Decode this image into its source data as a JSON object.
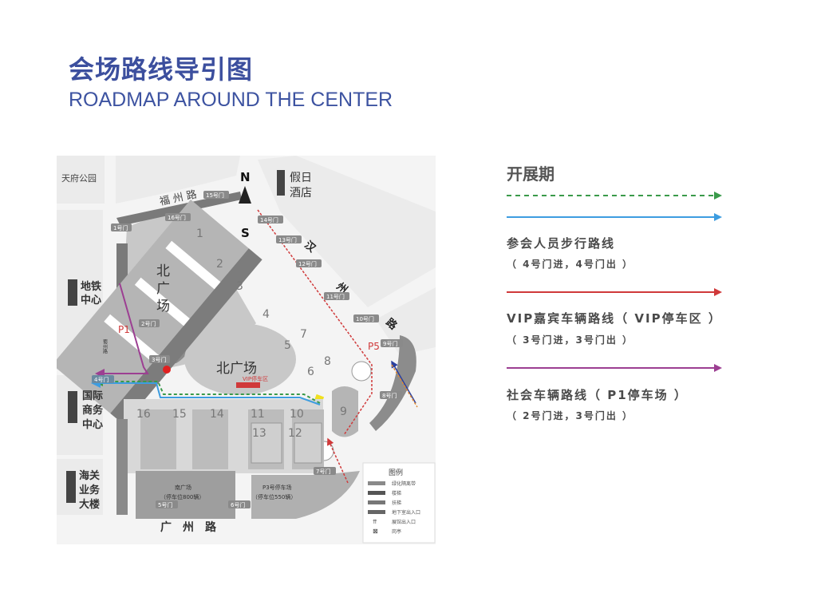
{
  "header": {
    "title": "会场路线导引图",
    "subtitle": "ROADMAP AROUND THE CENTER"
  },
  "map": {
    "landmarks": {
      "park": "天府公园",
      "metro": [
        "地铁",
        "中心"
      ],
      "intl_business": [
        "国际",
        "商务",
        "中心"
      ],
      "customs": [
        "海关",
        "业务",
        "大楼"
      ],
      "hotel": [
        "假日",
        "酒店"
      ]
    },
    "roads": {
      "fuzhou": "福 州 路",
      "hanzhou": [
        "汉",
        "州",
        "路"
      ],
      "guangzhou": "广　州　路",
      "shuzhou": "蜀州路"
    },
    "compass": {
      "north": "N",
      "south": "S"
    },
    "plazas": {
      "north_plaza_vertical": [
        "北",
        "广",
        "场"
      ],
      "north_plaza": "北广场",
      "vip_parking": "VIP停车区",
      "south_plaza": "南广场",
      "south_plaza_capacity": "（停车位800辆）",
      "p3_parking": "P3号停车场",
      "p3_capacity": "（停车位550辆）"
    },
    "parking_labels": {
      "p1": "P1",
      "p5": "P5"
    },
    "halls": [
      "1",
      "2",
      "3",
      "4",
      "5",
      "6",
      "7",
      "8",
      "9",
      "10",
      "11",
      "12",
      "13",
      "14",
      "15",
      "16"
    ],
    "gates": [
      "1号门",
      "2号门",
      "3号门",
      "4号门",
      "5号门",
      "6号门",
      "7号门",
      "8号门",
      "9号门",
      "10号门",
      "11号门",
      "12号门",
      "13号门",
      "14号门",
      "15号门",
      "16号门"
    ],
    "legend": {
      "title": "图例",
      "items": [
        "绿化隔离带",
        "楼梯",
        "扶梯",
        "地下室出入口",
        "展馆出入口",
        "岗亭"
      ]
    }
  },
  "routes_legend": {
    "period": "开展期",
    "walking": {
      "label": "参会人员步行路线",
      "note": "（ 4号门进，4号门出 ）",
      "colors": [
        "#3a9a4a",
        "#3d9de0"
      ]
    },
    "vip": {
      "label": "VIP嘉宾车辆路线（ VIP停车区 ）",
      "note": "（ 3号门进，3号门出 ）",
      "color": "#d0393a"
    },
    "public": {
      "label": "社会车辆路线（ P1停车场 ）",
      "note": "（ 2号门进，3号门出 ）",
      "color": "#9c3f92"
    }
  }
}
